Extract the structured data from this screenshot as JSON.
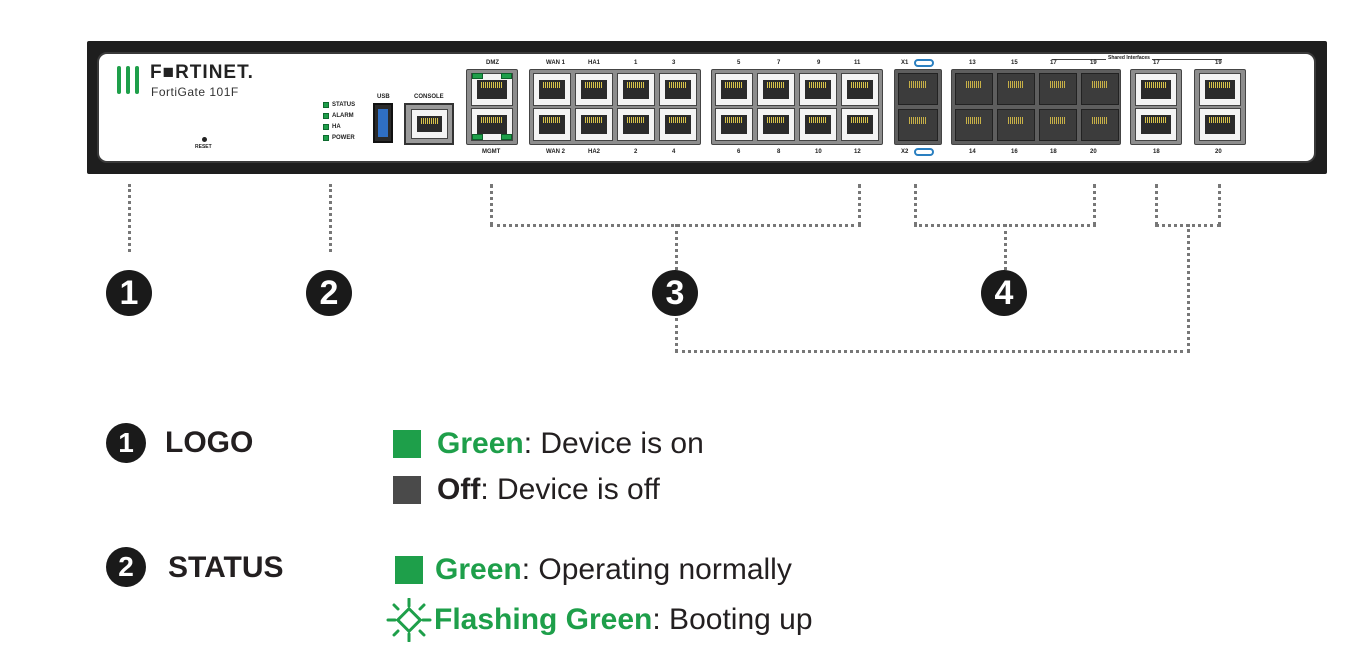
{
  "device": {
    "brand": "F■RTINET.",
    "model": "FortiGate 101F",
    "reset_label": "RESET",
    "status_leds": [
      "STATUS",
      "ALARM",
      "HA",
      "POWER"
    ],
    "usb_label": "USB",
    "console_label": "CONSOLE",
    "port_labels_top": [
      "DMZ",
      "WAN 1",
      "HA1",
      "1",
      "3",
      "5",
      "7",
      "9",
      "11",
      "X1",
      "13",
      "15",
      "17",
      "19",
      "17",
      "19"
    ],
    "port_labels_bottom": [
      "MGMT",
      "WAN 2",
      "HA2",
      "2",
      "4",
      "6",
      "8",
      "10",
      "12",
      "X2",
      "14",
      "16",
      "18",
      "20",
      "18",
      "20"
    ],
    "shared_label": "Shared Interfaces"
  },
  "callouts": [
    "1",
    "2",
    "3",
    "4"
  ],
  "legend": [
    {
      "number": "1",
      "title": "LOGO",
      "lines": [
        {
          "indicator": "solid",
          "color": "#1e9f4a",
          "state": "Green",
          "desc": ": Device is on"
        },
        {
          "indicator": "solid",
          "color": "#4a4a4a",
          "state": "Off",
          "desc": ": Device is off"
        }
      ]
    },
    {
      "number": "2",
      "title": "STATUS",
      "lines": [
        {
          "indicator": "solid",
          "color": "#1e9f4a",
          "state": "Green",
          "desc": ": Operating normally"
        },
        {
          "indicator": "flashing",
          "color": "#1e9f4a",
          "state": "Flashing Green",
          "desc": ": Booting up"
        }
      ]
    }
  ],
  "colors": {
    "green": "#1e9f4a",
    "off": "#4a4a4a",
    "chassis": "#1e1e1e"
  }
}
